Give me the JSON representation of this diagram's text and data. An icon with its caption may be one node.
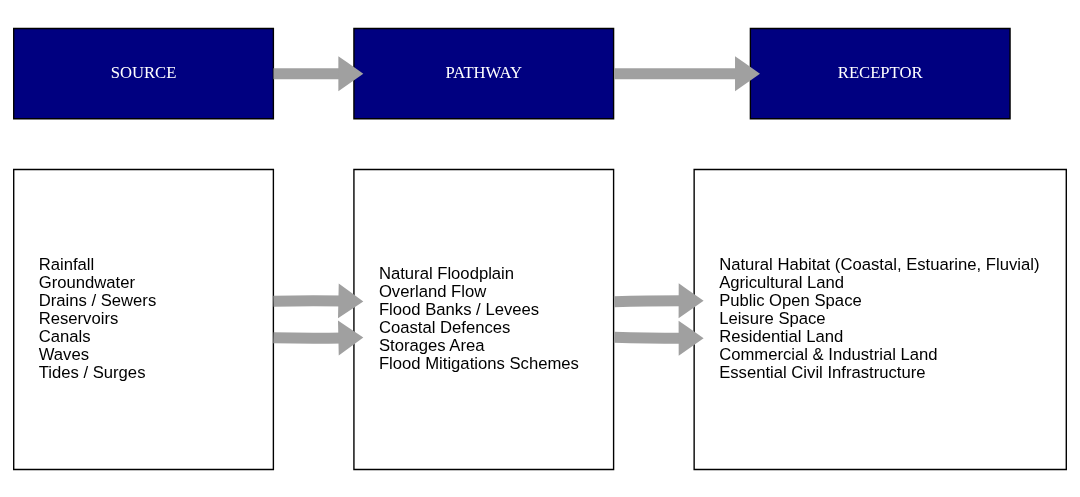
{
  "diagram": {
    "nodes": [
      {
        "text": [
          "SOURCE"
        ]
      },
      {
        "text": [
          "PATHWAY"
        ]
      },
      {
        "text": [
          "RECEPTOR"
        ]
      },
      {
        "text": [
          "Rainfall",
          "Groundwater",
          "Drains / Sewers",
          "Reservoirs",
          "Canals",
          "Waves",
          "Tides / Surges"
        ]
      },
      {
        "text": [
          "Natural Floodplain",
          "Overland Flow",
          "Flood Banks / Levees",
          "Coastal Defences",
          "Storages Area",
          "Flood Mitigations Schemes"
        ]
      },
      {
        "text": [
          "Natural Habitat (Coastal, Estuarine, Fluvial)",
          "Agricultural Land",
          "Public Open Space",
          "Leisure Space",
          "Residential Land",
          "Commercial & Industrial Land",
          "Essential Civil Infrastructure"
        ]
      }
    ],
    "edges": [
      {
        "from": 0,
        "to": 1,
        "arrow": "to"
      },
      {
        "from": 1,
        "to": 2,
        "arrow": "to"
      },
      {
        "from": 3,
        "to": 4,
        "arrow": "to"
      },
      {
        "from": 3,
        "to": 4,
        "arrow": "to"
      },
      {
        "from": 4,
        "to": 5,
        "arrow": "to"
      },
      {
        "from": 4,
        "to": 5,
        "arrow": "to"
      }
    ]
  }
}
